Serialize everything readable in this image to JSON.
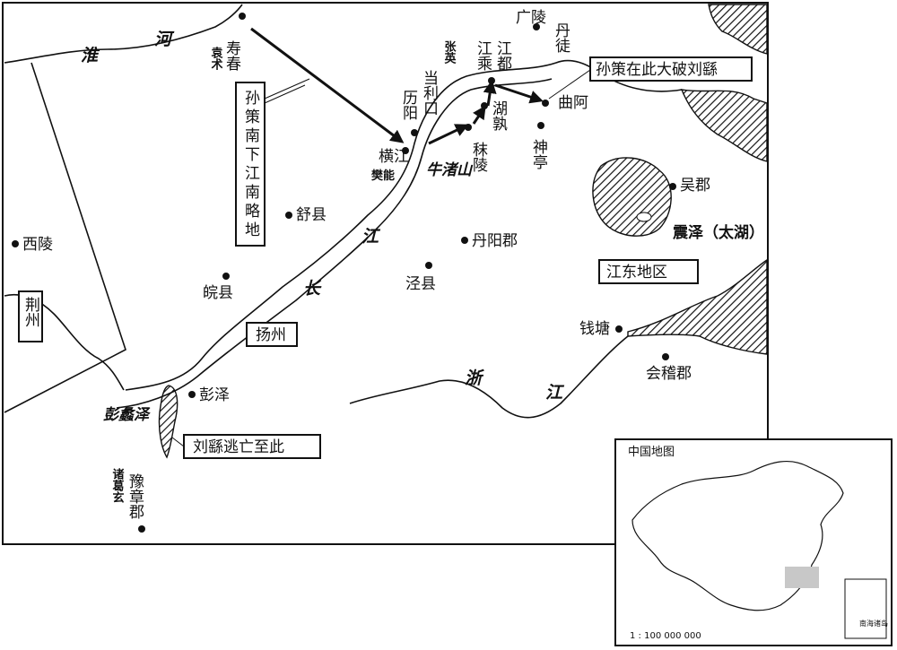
{
  "places": {
    "shouchun": "寿春",
    "yuanshu": "袁术",
    "guangling": "广陵",
    "dantu": "丹徒",
    "jiangdu": "江都",
    "jiangcheng": "江乘",
    "zhangying": "张英",
    "danglikou": "当利口",
    "liyang": "历阳",
    "hengjiang": "横江",
    "fanneng": "樊能",
    "niuzhushan": "牛渚山",
    "husu": "湖孰",
    "moling": "秣陵",
    "qua": "曲阿",
    "shenting": "神亭",
    "wujun": "吴郡",
    "taihu": "震泽（太湖）",
    "shuxian": "舒县",
    "xiling": "西陵",
    "danyangjun": "丹阳郡",
    "jingxian": "泾县",
    "wanxian": "皖县",
    "qiantang": "钱塘",
    "kuaijijun": "会稽郡",
    "pengze": "彭泽",
    "pengli": "彭蠡泽",
    "yuzhangjun": "豫章郡",
    "zhugexuan": "诸葛玄"
  },
  "rivers": {
    "huai1": "淮",
    "huai2": "河",
    "changjiang1": "长",
    "changjiang2": "江",
    "zhe1": "浙",
    "zhe2": "江"
  },
  "boxes": {
    "route_title": "孙策南下江南略地",
    "victory": "孙策在此大破刘繇",
    "jiangdong": "江东地区",
    "yangzhou": "扬州",
    "jingzhou": "荆州",
    "flee": "刘繇逃亡至此"
  },
  "inset": {
    "title": "中国地图",
    "scale": "1 : 100 000 000",
    "south_sea": "南海诸岛"
  },
  "colors": {
    "ink": "#111111",
    "highlight": "#c8c8c8"
  }
}
